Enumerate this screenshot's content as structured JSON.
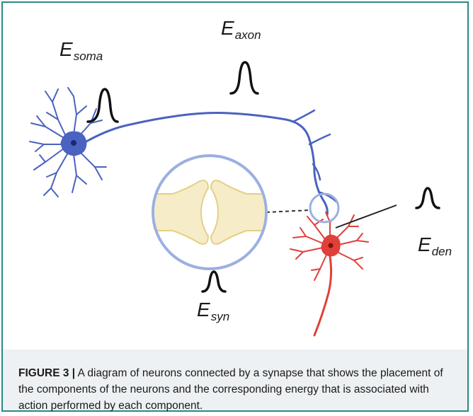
{
  "labels": {
    "soma": {
      "main": "E",
      "sub": "soma"
    },
    "axon": {
      "main": "E",
      "sub": "axon"
    },
    "den": {
      "main": "E",
      "sub": "den"
    },
    "syn": {
      "main": "E",
      "sub": "syn"
    }
  },
  "caption": {
    "figure_label": "FIGURE 3 |",
    "text": " A diagram of neurons connected by a synapse that shows the placement of the components of the neurons and the corresponding energy that is associated with action performed by each component."
  },
  "colors": {
    "frame": "#2a8a86",
    "neuron_blue": "#4a62c0",
    "neuron_red": "#e0403a",
    "synapse_fill": "#f6ecc8",
    "synapse_stroke": "#e3cf86",
    "circle": "#9bb0e0",
    "caption_bg": "#eef1f3"
  },
  "icons": {
    "pulse": "action-potential-spike-icon"
  }
}
